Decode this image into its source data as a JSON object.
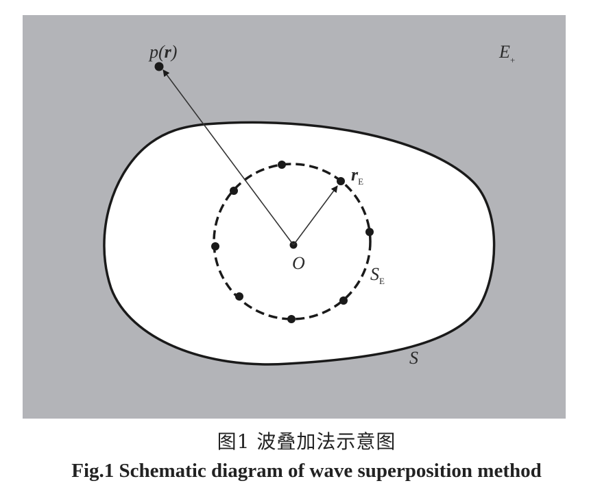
{
  "diagram": {
    "region_exterior_label": "E",
    "region_exterior_sub": "+",
    "surface_label": "S",
    "equiv_surface_label": "S",
    "equiv_surface_sub": "E",
    "origin_label": "O",
    "field_point_label_p": "p(",
    "field_point_label_r": "r",
    "field_point_label_close": ")",
    "source_vector_label": "r",
    "source_vector_sub": "E",
    "colors": {
      "background": "#b3b4b8",
      "inner_region": "#ffffff",
      "stroke": "#1a1a1a"
    }
  },
  "caption": {
    "cn": "图1   波叠加法示意图",
    "en": "Fig.1 Schematic diagram of wave superposition method"
  }
}
